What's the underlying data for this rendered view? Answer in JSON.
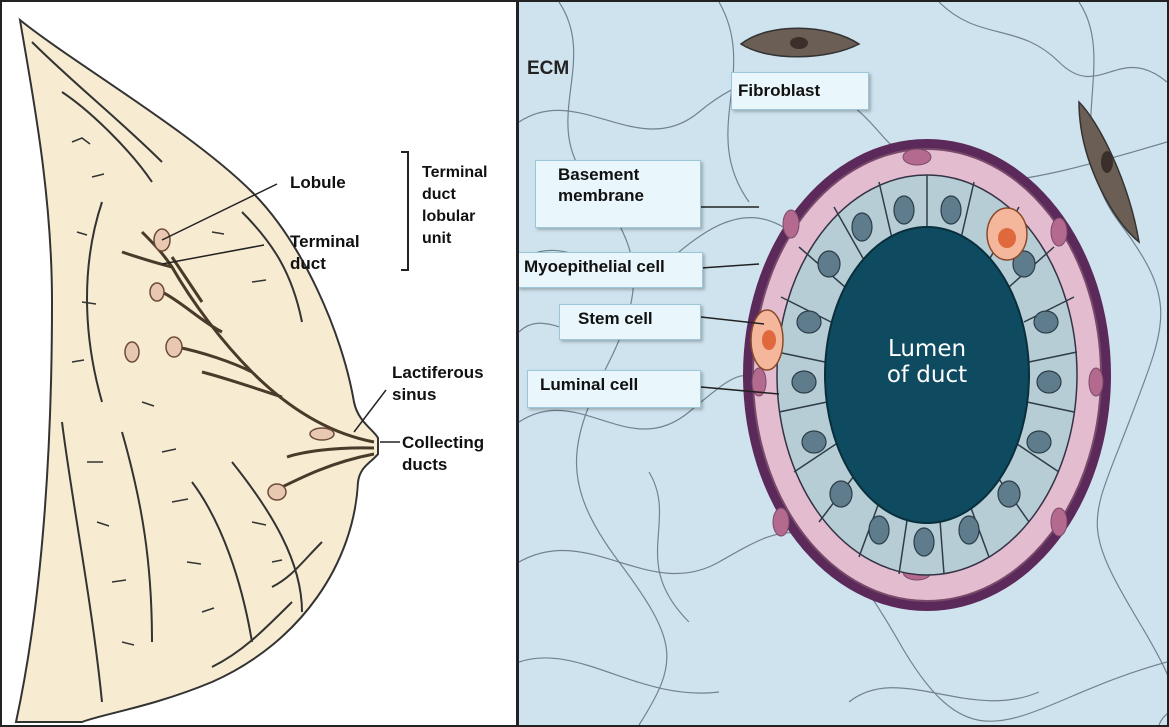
{
  "left": {
    "labels": {
      "lobule": "Lobule",
      "terminal_duct": "Terminal\nduct",
      "tdlu": "Terminal\nduct\nlobular\nunit",
      "lactiferous": "Lactiferous\nsinus",
      "collecting": "Collecting\nducts"
    }
  },
  "right": {
    "ecm": "ECM",
    "fibroblast": "Fibroblast",
    "basement": "Basement\nmembrane",
    "myoepithelial": "Myoepithelial cell",
    "stem": "Stem cell",
    "luminal": "Luminal cell",
    "lumen": "Lumen\nof duct"
  },
  "colors": {
    "background_ecm": "#cfe3ee",
    "breast_tissue": "#f7ecd2",
    "basement_membrane": "#5b2a5a",
    "myoepithelial": "#e4bcd0",
    "luminal_cell": "#b7cdd6",
    "stem_cell": "#f4b79b",
    "lumen": "#0f4b60"
  }
}
